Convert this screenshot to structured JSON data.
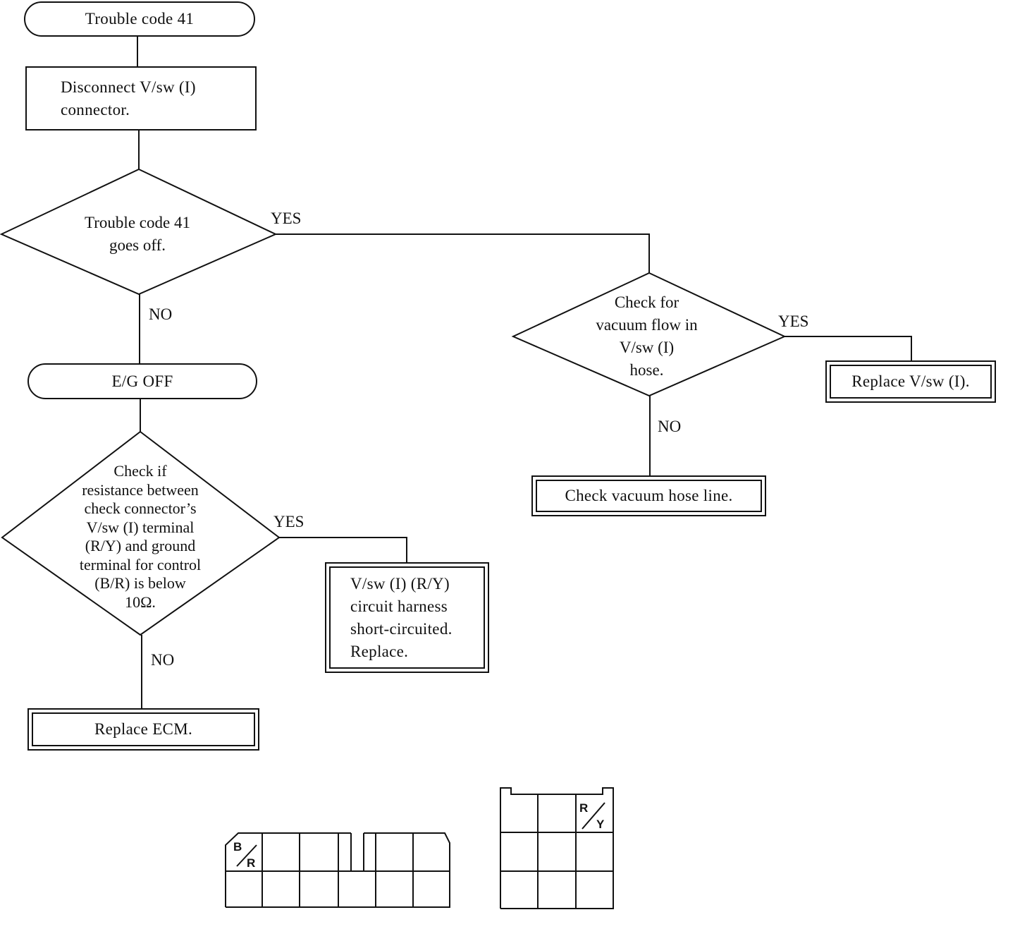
{
  "flowchart": {
    "start": "Trouble code 41",
    "disconnect": "Disconnect V/sw (I)\nconnector.",
    "decision_code_off": "Trouble code 41\ngoes off.",
    "eg_off": "E/G OFF",
    "decision_resistance": "Check if\nresistance between\ncheck connector’s\nV/sw (I) terminal\n(R/Y) and ground\nterminal for control\n(B/R) is below\n10Ω.",
    "short_circuit": "V/sw (I) (R/Y)\ncircuit harness\nshort-circuited.\nReplace.",
    "replace_ecm": "Replace ECM.",
    "decision_vacuum": "Check for\nvacuum flow in\nV/sw (I)\nhose.",
    "replace_vsw": "Replace V/sw (I).",
    "check_hose": "Check vacuum hose line."
  },
  "labels": {
    "yes": "YES",
    "no": "NO"
  },
  "connectors": {
    "left_pin_top": "B",
    "left_pin_bottom": "R",
    "right_pin_top": "R",
    "right_pin_bottom": "Y"
  }
}
